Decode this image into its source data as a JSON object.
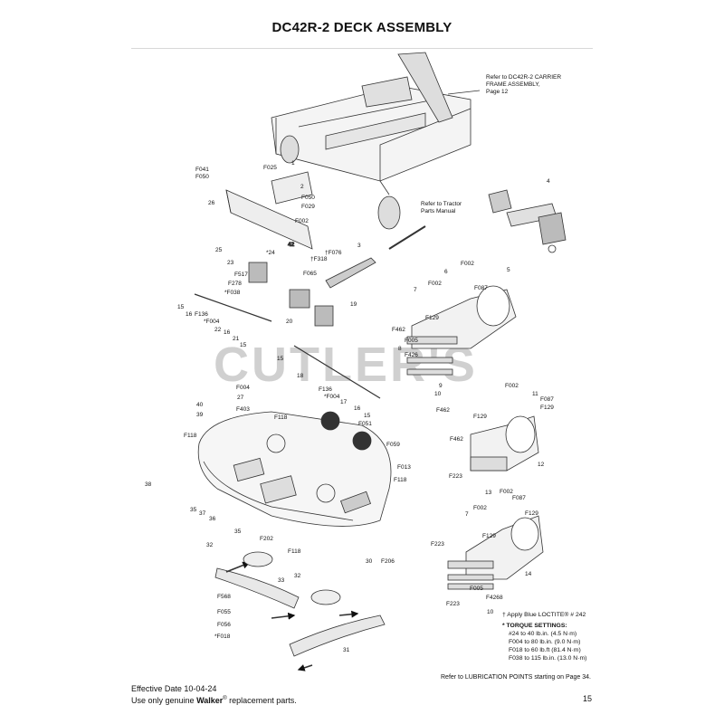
{
  "title": "DC42R-2 DECK ASSEMBLY",
  "watermark": "CUTLER'S",
  "notes": {
    "carrier_ref": [
      "Refer to DC42R-2 CARRIER",
      "FRAME ASSEMBLY,",
      "Page 12"
    ],
    "tractor_ref": [
      "Refer to Tractor",
      "Parts Manual"
    ]
  },
  "callouts": [
    {
      "id": "c1",
      "text": "1"
    },
    {
      "id": "c2",
      "text": "2"
    },
    {
      "id": "c3",
      "text": "3"
    },
    {
      "id": "c4",
      "text": "4"
    },
    {
      "id": "c5",
      "text": "5"
    },
    {
      "id": "c6",
      "text": "6"
    },
    {
      "id": "c7",
      "text": "7"
    },
    {
      "id": "c7b",
      "text": "7"
    },
    {
      "id": "c8",
      "text": "8"
    },
    {
      "id": "c8b",
      "text": "8"
    },
    {
      "id": "c9",
      "text": "9"
    },
    {
      "id": "c10",
      "text": "10"
    },
    {
      "id": "c10b",
      "text": "10"
    },
    {
      "id": "c11",
      "text": "11"
    },
    {
      "id": "c12",
      "text": "12"
    },
    {
      "id": "c13",
      "text": "13"
    },
    {
      "id": "c14",
      "text": "14"
    },
    {
      "id": "c15a",
      "text": "15"
    },
    {
      "id": "c15b",
      "text": "15"
    },
    {
      "id": "c15c",
      "text": "15"
    },
    {
      "id": "c15d",
      "text": "15"
    },
    {
      "id": "c16a",
      "text": "16"
    },
    {
      "id": "c16b",
      "text": "16"
    },
    {
      "id": "c16c",
      "text": "16"
    },
    {
      "id": "c17",
      "text": "17"
    },
    {
      "id": "c18",
      "text": "18"
    },
    {
      "id": "c19",
      "text": "19"
    },
    {
      "id": "c20",
      "text": "20"
    },
    {
      "id": "c21",
      "text": "21"
    },
    {
      "id": "c22",
      "text": "22"
    },
    {
      "id": "c23",
      "text": "23"
    },
    {
      "id": "c24",
      "text": "*24"
    },
    {
      "id": "c25",
      "text": "25"
    },
    {
      "id": "c26",
      "text": "26"
    },
    {
      "id": "c27",
      "text": "27"
    },
    {
      "id": "c30",
      "text": "30"
    },
    {
      "id": "c31",
      "text": "31"
    },
    {
      "id": "c32a",
      "text": "32"
    },
    {
      "id": "c32b",
      "text": "32"
    },
    {
      "id": "c33",
      "text": "33"
    },
    {
      "id": "c35a",
      "text": "35"
    },
    {
      "id": "c35b",
      "text": "35"
    },
    {
      "id": "c36",
      "text": "36"
    },
    {
      "id": "c37",
      "text": "37"
    },
    {
      "id": "c38",
      "text": "38"
    },
    {
      "id": "c39",
      "text": "39"
    },
    {
      "id": "c40",
      "text": "40"
    },
    {
      "id": "f041",
      "text": "F041"
    },
    {
      "id": "f050a",
      "text": "F050"
    },
    {
      "id": "f025",
      "text": "F025"
    },
    {
      "id": "f050b",
      "text": "F050"
    },
    {
      "id": "f029",
      "text": "F029"
    },
    {
      "id": "f002a",
      "text": "F002"
    },
    {
      "id": "f318",
      "text": "†F318"
    },
    {
      "id": "f076",
      "text": "†F076"
    },
    {
      "id": "f065",
      "text": "F065"
    },
    {
      "id": "f517",
      "text": "F517"
    },
    {
      "id": "f278",
      "text": "F278"
    },
    {
      "id": "f038",
      "text": "*F038"
    },
    {
      "id": "f136a",
      "text": "F136"
    },
    {
      "id": "f004a",
      "text": "*F004"
    },
    {
      "id": "f002b",
      "text": "F002"
    },
    {
      "id": "f002c",
      "text": "F002"
    },
    {
      "id": "f087a",
      "text": "F087"
    },
    {
      "id": "f129a",
      "text": "F129"
    },
    {
      "id": "f462a",
      "text": "F462"
    },
    {
      "id": "f005a",
      "text": "F005"
    },
    {
      "id": "f426a",
      "text": "F426"
    },
    {
      "id": "f462b",
      "text": "F462"
    },
    {
      "id": "f136b",
      "text": "F136"
    },
    {
      "id": "f004b",
      "text": "*F004"
    },
    {
      "id": "f004c",
      "text": "F004"
    },
    {
      "id": "f403",
      "text": "F403"
    },
    {
      "id": "f118a",
      "text": "F118"
    },
    {
      "id": "f051",
      "text": "F051"
    },
    {
      "id": "f118b",
      "text": "F118"
    },
    {
      "id": "f059",
      "text": "F059"
    },
    {
      "id": "f013",
      "text": "F013"
    },
    {
      "id": "f118c",
      "text": "F118"
    },
    {
      "id": "f202",
      "text": "F202"
    },
    {
      "id": "f118d",
      "text": "F118"
    },
    {
      "id": "f206",
      "text": "F206"
    },
    {
      "id": "f002d",
      "text": "F002"
    },
    {
      "id": "f087b",
      "text": "F087"
    },
    {
      "id": "f129b",
      "text": "F129"
    },
    {
      "id": "f129c",
      "text": "F129"
    },
    {
      "id": "f462c",
      "text": "F462"
    },
    {
      "id": "f223a",
      "text": "F223"
    },
    {
      "id": "f002e",
      "text": "F002"
    },
    {
      "id": "f002f",
      "text": "F002"
    },
    {
      "id": "f087c",
      "text": "F087"
    },
    {
      "id": "f129d",
      "text": "F129"
    },
    {
      "id": "f129e",
      "text": "F129"
    },
    {
      "id": "f223b",
      "text": "F223"
    },
    {
      "id": "f005b",
      "text": "F005"
    },
    {
      "id": "f426b",
      "text": "F426"
    },
    {
      "id": "f223c",
      "text": "F223"
    },
    {
      "id": "f568",
      "text": "F568"
    },
    {
      "id": "f055",
      "text": "F055"
    },
    {
      "id": "f056",
      "text": "F056"
    },
    {
      "id": "f018",
      "text": "*F018"
    },
    {
      "id": "deck42",
      "text": "42"
    }
  ],
  "legend": {
    "loctite": "† Apply Blue LOCTITE® # 242",
    "torque_heading": "* TORQUE SETTINGS:",
    "torque": [
      "#24 to 40 lb.in. (4.5 N·m)",
      "F004 to 80 lb.in. (9.0 N·m)",
      "F018 to 60 lb.ft (81.4 N·m)",
      "F038 to 115 lb.in. (13.0 N·m)"
    ]
  },
  "lubrication_note": "Refer to LUBRICATION POINTS starting on Page 34.",
  "footer": {
    "effective_date": "Effective Date 10-04-24",
    "use_only_prefix": "Use only genuine ",
    "brand": "Walker",
    "reg": "®",
    "use_only_suffix": " replacement parts.",
    "page_number": "15"
  }
}
